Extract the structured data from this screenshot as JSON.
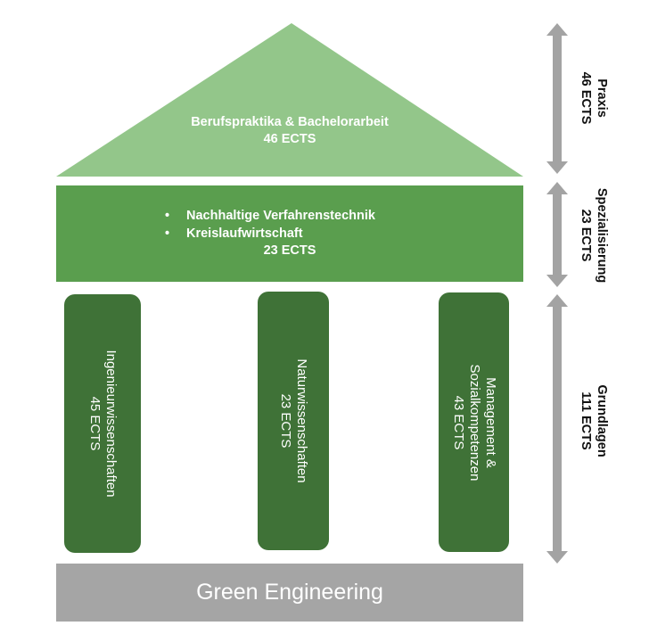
{
  "colors": {
    "roof": "#93c68a",
    "band": "#5a9e4e",
    "pillar": "#3f7237",
    "base": "#a5a5a5",
    "arrow": "#a3a3a3",
    "text_light": "#ffffff",
    "text_dark": "#111111"
  },
  "roof": {
    "title": "Berufspraktika & Bachelorarbeit",
    "ects": "46 ECTS"
  },
  "specialization": {
    "items": [
      {
        "bullet": "•",
        "label": "Nachhaltige Verfahrenstechnik"
      },
      {
        "bullet": "•",
        "label": "Kreislaufwirtschaft"
      }
    ],
    "ects": "23 ECTS"
  },
  "pillars": [
    {
      "lines": [
        "Ingenieurwissenschaften",
        "45 ECTS"
      ]
    },
    {
      "lines": [
        "Naturwissenschaften",
        "23 ECTS"
      ]
    },
    {
      "lines": [
        "Management &",
        "Sozialkompetenzen",
        "43 ECTS"
      ]
    }
  ],
  "base": {
    "title": "Green Engineering"
  },
  "side_labels": [
    {
      "title": "Praxis",
      "ects": "46 ECTS"
    },
    {
      "title": "Spezialisierung",
      "ects": "23 ECTS"
    },
    {
      "title": "Grundlagen",
      "ects": "111 ECTS"
    }
  ]
}
